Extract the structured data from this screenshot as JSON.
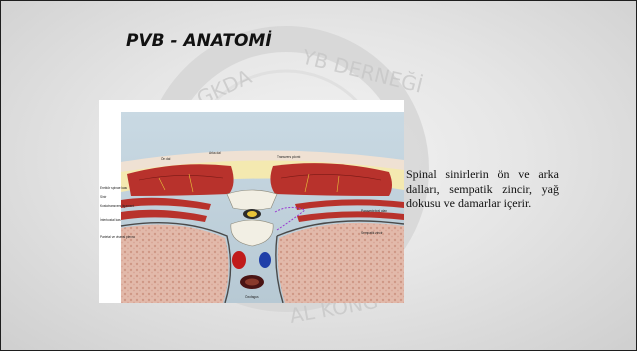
{
  "slide": {
    "title": "PVB - ANATOMİ",
    "description": "Spinal sinirlerin ön ve arka dalları, sempatik zincir, yağ dokusu ve damarlar içerir.",
    "watermark_text": "GKDA YB DERNEĞİ 25 ... AL KONG...",
    "background_color": "#e6e6e6"
  },
  "figure": {
    "description_icon": "paravertebral-anatomy-illustration",
    "colors": {
      "muscle": "#b8322c",
      "fat": "#f3e7a8",
      "bone": "#f2efe4",
      "tissue": "#e0b6a6",
      "vessel_red": "#c01b1b",
      "vessel_blue": "#1f3fa8",
      "nerve_yellow": "#e7c43a",
      "pleura_dark": "#4a4a4a"
    },
    "labels": {
      "top_left": "Ön dal",
      "top_mid": "Arka dal",
      "top_right": "Transvers çıkıntı",
      "left_1": "Erektör spinae kası",
      "left_2": "Sinir",
      "left_3": "Kostotransvers ligament",
      "left_4": "İnterkostal kas",
      "left_5": "Parietal ve viseral plevra",
      "right_1": "Paravertebral alan",
      "right_2": "Sempatik zincir",
      "bottom": "Özofagus"
    }
  }
}
